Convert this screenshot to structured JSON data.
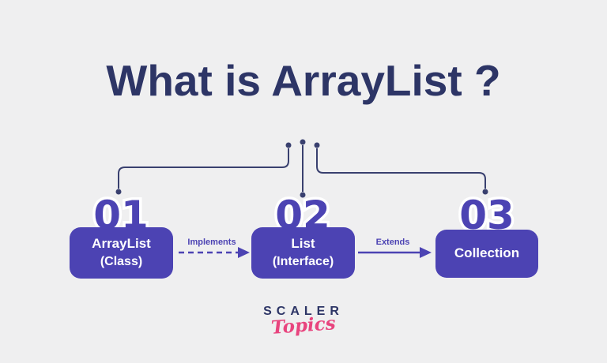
{
  "title": "What is ArrayList ?",
  "diagram": {
    "nodes": [
      {
        "number": "01",
        "line1": "ArrayList",
        "line2": "(Class)"
      },
      {
        "number": "02",
        "line1": "List",
        "line2": "(Interface)"
      },
      {
        "number": "03",
        "line1": "Collection"
      }
    ],
    "connections": [
      {
        "label": "Implements",
        "style": "dashed"
      },
      {
        "label": "Extends",
        "style": "solid"
      }
    ]
  },
  "logo": {
    "brand": "SCALER",
    "sub": "Topics"
  },
  "colors": {
    "background": "#efeff0",
    "title_text": "#2d3566",
    "node_fill": "#4c43b3",
    "node_text": "#ffffff",
    "connector_line": "#39406f",
    "arrow": "#4c43b3",
    "logo_brand": "#2d3566",
    "logo_sub_pink": "#e8447e"
  }
}
